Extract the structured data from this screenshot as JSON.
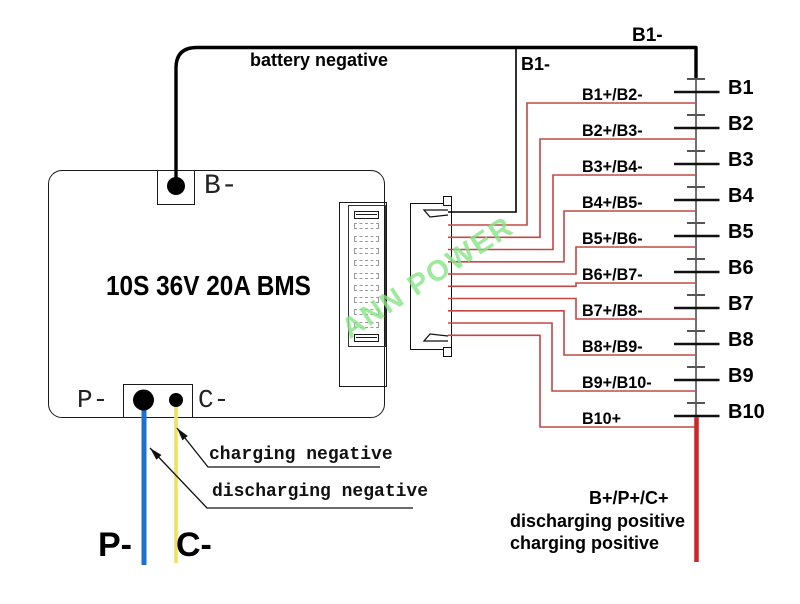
{
  "diagram_title": "10S 36V 20A BMS",
  "board": {
    "terminal_b_minus": "B-",
    "terminal_p_minus": "P-",
    "terminal_c_minus": "C-"
  },
  "wire_labels": {
    "battery_negative": "battery negative",
    "b1_minus_top": "B1-",
    "b1_minus_branch": "B1-",
    "charging_negative": "charging negative",
    "discharging_negative": "discharging negative",
    "p_minus": "P-",
    "c_minus": "C-",
    "positive_terminal": "B+/P+/C+",
    "discharging_positive": "discharging positive",
    "charging_positive": "charging positive"
  },
  "cells": [
    {
      "id": "B1",
      "sense_label": "B1+/B2-"
    },
    {
      "id": "B2",
      "sense_label": "B2+/B3-"
    },
    {
      "id": "B3",
      "sense_label": "B3+/B4-"
    },
    {
      "id": "B4",
      "sense_label": "B4+/B5-"
    },
    {
      "id": "B5",
      "sense_label": "B5+/B6-"
    },
    {
      "id": "B6",
      "sense_label": "B6+/B7-"
    },
    {
      "id": "B7",
      "sense_label": "B7+/B8-"
    },
    {
      "id": "B8",
      "sense_label": "B8+/B9-"
    },
    {
      "id": "B9",
      "sense_label": "B9+/B10-"
    },
    {
      "id": "B10",
      "sense_label": "B10+"
    }
  ],
  "watermark": "ANN POWER",
  "colors": {
    "balance_sense_wire": "#c14845",
    "main_negative_wire": "#000000",
    "main_positive_wire": "#cc2626",
    "discharge_wire_blue": "#1e6fd2",
    "charge_wire_yellow": "#efe260",
    "watermark_green": "#85e685",
    "short_plate": "#555555",
    "long_plate": "#111111"
  }
}
